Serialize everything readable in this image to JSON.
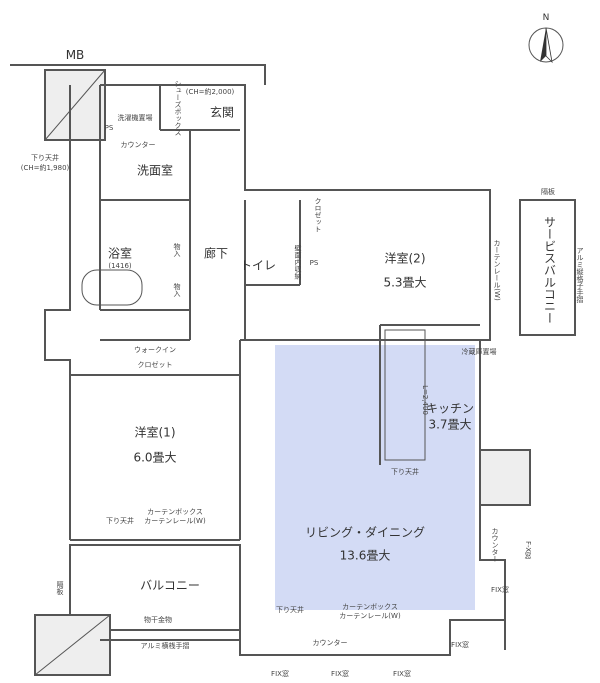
{
  "north": "N",
  "labels": {
    "mb": "MB",
    "entrance": "玄関",
    "entrance_ch": "(CH=約2,000)",
    "shoebox": "シューズボックス",
    "washroom": "洗面室",
    "washer": "洗濯機置場",
    "counter_wash": "カウンター",
    "ps1": "PS",
    "ps2": "PS",
    "lowered_ceiling_wash": "下り天井",
    "lowered_ceiling_wash_ch": "(CH=約1,980)",
    "bath": "浴室",
    "bath_size": "(1416)",
    "corridor": "廊下",
    "storage1": "物入",
    "storage2": "物入",
    "toilet": "トイレ",
    "toilet_storage": "壁面内収納",
    "western2": "洋室(2)",
    "western2_area": "5.3畳大",
    "closet2": "クロゼット",
    "service_balcony": "サービスバルコニー",
    "alu_railing_right": "アルミ縦格子手摺",
    "partition": "隔板",
    "curtain2": "カーテンレール(W)",
    "kitchen": "キッチン",
    "kitchen_area": "3.7畳大",
    "fridge": "冷蔵庫置場",
    "kitchen_l": "L=2,400",
    "lowered_ceiling_kitchen": "下り天井",
    "walkin": "ウォークイン",
    "walkin2": "クロゼット",
    "western1": "洋室(1)",
    "western1_area": "6.0畳大",
    "curtain1a": "カーテンボックス",
    "curtain1b": "カーテンレール(W)",
    "lowered_ceiling_w1": "下り天井",
    "living": "リビング・ダイニング",
    "living_area": "13.6畳大",
    "curtain_la": "カーテンボックス",
    "curtain_lb": "カーテンレール(W)",
    "lowered_ceiling_living": "下り天井",
    "counter_right": "カウンター",
    "counter_bottom": "カウンター",
    "balcony": "バルコニー",
    "drying": "物干金物",
    "alu_railing_bottom": "アルミ横桟手摺",
    "partition_left": "隔板",
    "fix1": "FIX窓",
    "fix2": "FIX窓",
    "fix3": "FIX窓",
    "fix4": "FIX窓",
    "fix5": "FIX窓",
    "fix6": "F-X窓"
  },
  "colors": {
    "highlight": "#c9d3f3",
    "wall": "#555555"
  }
}
